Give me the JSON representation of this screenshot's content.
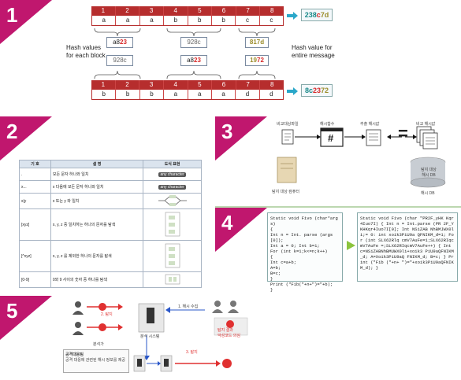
{
  "panels": {
    "p1": {
      "number": "1"
    },
    "p2": {
      "number": "2"
    },
    "p3": {
      "number": "3"
    },
    "p4": {
      "number": "4"
    },
    "p5": {
      "number": "5"
    }
  },
  "p1": {
    "indices": [
      "1",
      "2",
      "3",
      "4",
      "5",
      "6",
      "7",
      "8"
    ],
    "top_values": [
      "a",
      "a",
      "a",
      "b",
      "b",
      "b",
      "c",
      "c"
    ],
    "bottom_values": [
      "b",
      "b",
      "b",
      "a",
      "a",
      "a",
      "d",
      "d"
    ],
    "hash_top": {
      "prefix": "238",
      "mid": "c",
      "suffix": "7d"
    },
    "hash_bottom": {
      "prefix": "8c",
      "mid": "23",
      "suffix": "72"
    },
    "block_hashes_top": [
      {
        "a": "a8",
        "b": "23"
      },
      {
        "a": "928c",
        "b": ""
      },
      {
        "a": "81",
        "b": "7d"
      }
    ],
    "block_hashes_bottom": [
      {
        "a": "928c",
        "b": ""
      },
      {
        "a": "a8",
        "b": "23"
      },
      {
        "a": "19",
        "b": "72"
      }
    ],
    "label_blocks": "Hash values for each block",
    "label_entire": "Hash value for entire message"
  },
  "p2": {
    "headers": [
      "기 호",
      "설 명",
      "도식 표현"
    ],
    "rows": [
      {
        "sym": ".",
        "desc": "모든 문자 하나와 일치"
      },
      {
        "sym": "x...",
        "desc": "x 다음에 모든 문자 하나와 일치"
      },
      {
        "sym": "x|y",
        "desc": "x 또는 y 와 일치"
      },
      {
        "sym": "[xyz]",
        "desc": "x, y, z 중 일치하는 하나의 문자를 탐색"
      },
      {
        "sym": "[^xyz]",
        "desc": "x, y, z 를 제외한 하나의 문자를 탐색"
      },
      {
        "sym": "[0-9]",
        "desc": "0와 9 사이의 숫자 중 하나를 탐색"
      }
    ],
    "chip": "any character"
  },
  "p3": {
    "labels": [
      "비교대상파일",
      "해시함수",
      "추출 해시값",
      "비교 해시값",
      "탐지 대상 컴퓨터",
      "해시 DB"
    ],
    "db_label": "탐지 대상\n해시 DB",
    "hash_symbol": "#",
    "equals": "="
  },
  "p4": {
    "code_left": "Static void Fivo (char*args)\n{\nInt n = Int. parse (args[0]);\nInt a = 0; Int b=1;\nFor (int k=1;k<=n;k++)\n{\nInt c=a+b;\nA=b;\nB=c;\n}\nPrint (\"Fib(\"+n+\")=\"+b);\n}",
    "code_right": "Static void Fivo (char \"PR2F_yHK Kqr4Iuo7I) { Int n = Int.parse (PR 2F_YKHKqr4Iuo7I[0]; Int NSiZAB NhBMJWX0li;= 0: int xoik3PiU9a QFNIKM_d=1; For (int SLX62Rlq cmV7AuFe=1;SLX62RIqcmV7AuFe =;SLX62RIqcmV7AuFe++) { Int c=NSiZABNhBMUWX0li+xoik3 PiU9aQFNIKM_d; A=Xoik3PiU9aQ FNIKM_d; B=c; } Print (\"Fib (\"+n+ \")=\"+xoik3PiU9aQFNIKM_d); }"
  },
  "p5": {
    "top_labels": [
      "1. 해시 수집",
      "2. 탐지",
      "3. 탐지"
    ],
    "analysis_labels": [
      "분석 시스템",
      "분석가"
    ],
    "box_labels": [
      "공격대응팀",
      "공격 대응에 관련된 해시 정보를 제공"
    ],
    "alert": "탐지 결과\n악성코드 의심"
  }
}
